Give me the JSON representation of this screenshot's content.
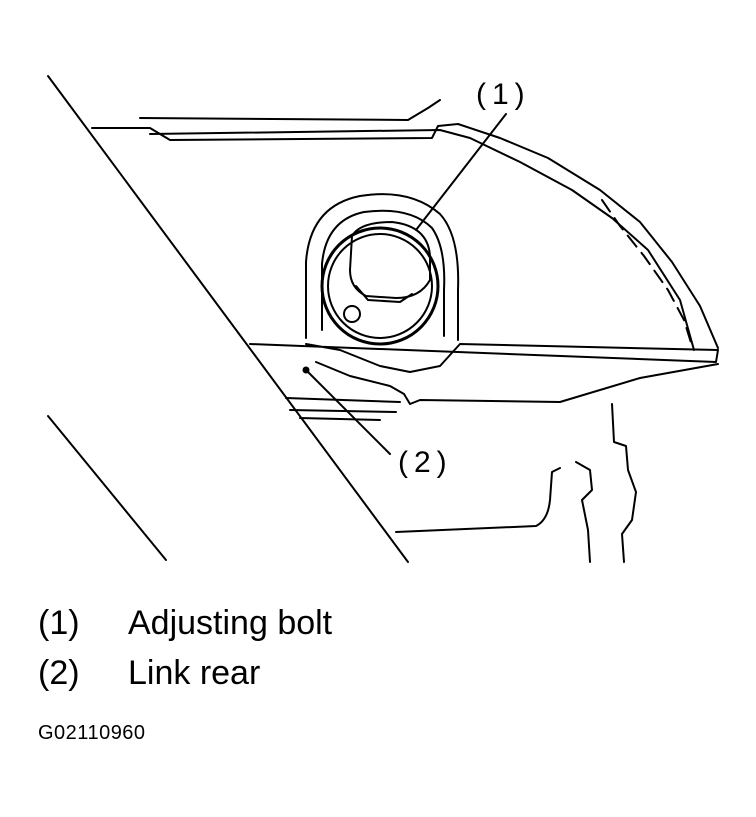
{
  "callouts": [
    {
      "label": "(1)"
    },
    {
      "label": "(2)"
    }
  ],
  "legend": [
    {
      "num": "(1)",
      "text": "Adjusting bolt"
    },
    {
      "num": "(2)",
      "text": "Link rear"
    }
  ],
  "figure_id": "G02110960"
}
